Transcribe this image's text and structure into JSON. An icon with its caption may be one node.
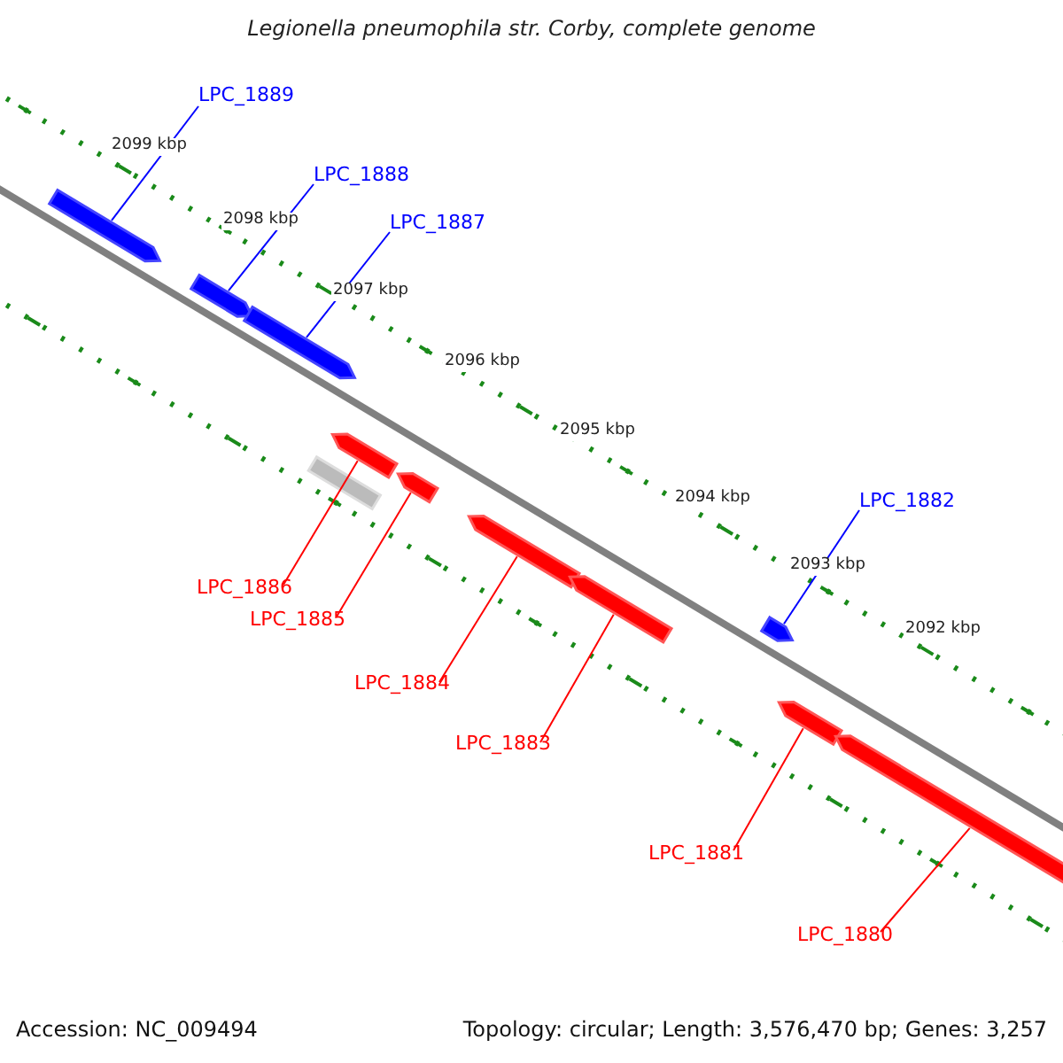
{
  "diagram": {
    "title": "Legionella pneumophila str. Corby, complete genome",
    "nodes": [
      {
        "text": [
          "LPC_1889"
        ]
      },
      {
        "text": [],
        "shape": "bar"
      },
      {
        "text": [
          "LPC_1888"
        ]
      },
      {
        "text": [],
        "shape": "bar"
      },
      {
        "text": [
          "LPC_1887"
        ]
      },
      {
        "text": [],
        "shape": "bar"
      },
      {
        "text": [
          "LPC_1886"
        ]
      },
      {
        "text": [],
        "shape": "bar"
      },
      {
        "text": [],
        "shape": "bar"
      },
      {
        "text": [
          "LPC_1885"
        ]
      },
      {
        "text": [],
        "shape": "bar"
      },
      {
        "text": [
          "LPC_1884"
        ]
      },
      {
        "text": [],
        "shape": "bar"
      },
      {
        "text": [
          "LPC_1883"
        ]
      },
      {
        "text": [],
        "shape": "bar"
      },
      {
        "text": [
          "LPC_1882"
        ]
      },
      {
        "text": [],
        "shape": "bar"
      },
      {
        "text": [
          "LPC_1881"
        ]
      },
      {
        "text": [],
        "shape": "bar"
      },
      {
        "text": [
          "LPC_1880"
        ]
      },
      {
        "text": [],
        "shape": "bar"
      }
    ],
    "edges": [
      {
        "from": 0,
        "to": 1,
        "arrow": "none",
        "color": "#0000ff"
      },
      {
        "from": 2,
        "to": 3,
        "arrow": "none",
        "color": "#0000ff"
      },
      {
        "from": 4,
        "to": 5,
        "arrow": "none",
        "color": "#0000ff"
      },
      {
        "from": 6,
        "to": 7,
        "arrow": "none"
      },
      {
        "from": 9,
        "to": 10,
        "arrow": "none"
      },
      {
        "from": 11,
        "to": 12,
        "arrow": "none"
      },
      {
        "from": 13,
        "to": 14,
        "arrow": "none"
      },
      {
        "from": 15,
        "to": 16,
        "arrow": "none",
        "color": "#0000ff"
      },
      {
        "from": 17,
        "to": 18,
        "arrow": "none"
      },
      {
        "from": 19,
        "to": 20,
        "arrow": "none"
      }
    ],
    "labels": [
      "2099 kbp",
      "2098 kbp",
      "2097 kbp",
      "2096 kbp",
      "2095 kbp",
      "2094 kbp",
      "2093 kbp",
      "2092 kbp",
      "Accession: NC_009494",
      "Topology: circular; Length: 3,576,470 bp; Genes: 3,257"
    ]
  }
}
